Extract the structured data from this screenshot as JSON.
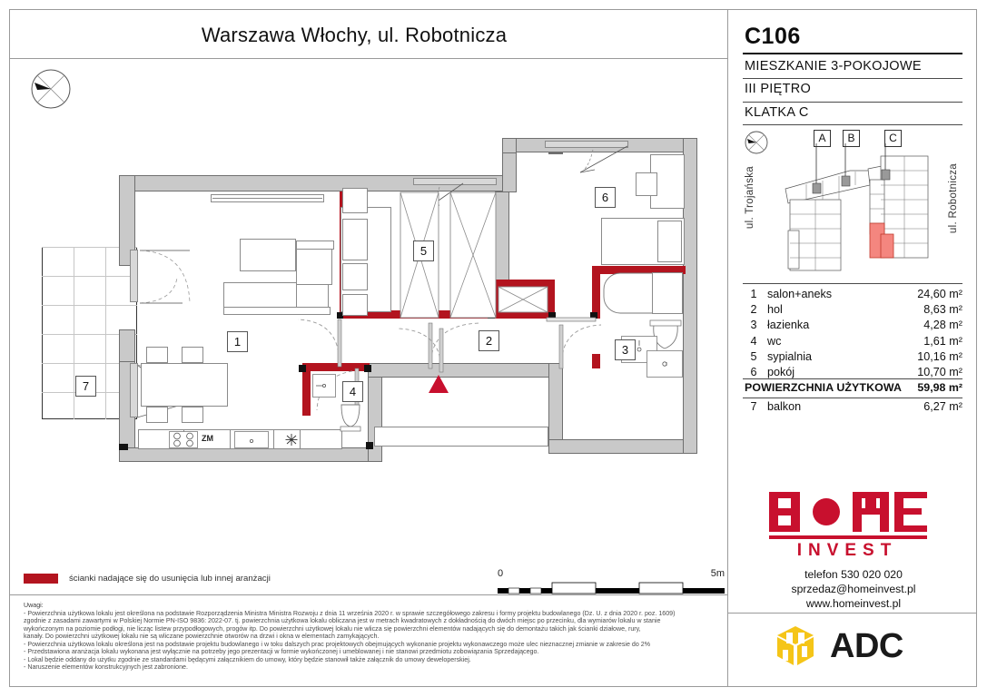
{
  "header": {
    "title": "Warszawa Włochy, ul. Robotnicza"
  },
  "right_panel": {
    "apartment_code": "C106",
    "apartment_type": "MIESZKANIE 3-POKOJOWE",
    "floor": "III PIĘTRO",
    "staircase": "KLATKA C"
  },
  "key_plan": {
    "markers": [
      "A",
      "B",
      "C"
    ],
    "street_left": "ul. Trojańska",
    "street_right": "ul. Robotnicza",
    "compass_name": "north-arrow-icon"
  },
  "room_table": {
    "rooms": [
      {
        "no": "1",
        "name": "salon+aneks",
        "area": "24,60 m²"
      },
      {
        "no": "2",
        "name": "hol",
        "area": "8,63 m²"
      },
      {
        "no": "3",
        "name": "łazienka",
        "area": "4,28 m²"
      },
      {
        "no": "4",
        "name": "wc",
        "area": "1,61 m²"
      },
      {
        "no": "5",
        "name": "sypialnia",
        "area": "10,16 m²"
      },
      {
        "no": "6",
        "name": "pokój",
        "area": "10,70 m²"
      }
    ],
    "total_label": "POWIERZCHNIA UŻYTKOWA",
    "total_area": "59,98 m²",
    "extra": {
      "no": "7",
      "name": "balkon",
      "area": "6,27 m²"
    }
  },
  "branding": {
    "home_word": "HOME",
    "invest_word": "INVEST",
    "phone": "telefon 530 020 020",
    "email": "sprzedaz@homeinvest.pl",
    "website": "www.homeinvest.pl",
    "adc_text": "ADC",
    "home_color": "#c8102e",
    "adc_color": "#f5c518"
  },
  "legend": {
    "swatch_color": "#b3141f",
    "text": "ścianki nadające się do usunięcia lub innej aranżacji"
  },
  "scale_bar": {
    "start": "0",
    "end": "5m"
  },
  "floor_plan": {
    "kitchen_label": "ZM",
    "room_numbers": [
      "1",
      "2",
      "3",
      "4",
      "5",
      "6",
      "7"
    ],
    "entrance_marker": "entrance-triangle-icon"
  },
  "notes": {
    "heading": "Uwagi:",
    "lines": [
      "- Powierzchnia użytkowa lokalu jest określona na podstawie Rozporządzenia Ministra Ministra Rozwoju z dnia 11 września 2020 r. w sprawie szczegółowego zakresu i formy projektu budowlanego (Dz. U. z dnia 2020 r. poz. 1609)",
      "zgodnie z zasadami zawartymi w Polskiej Normie PN-ISO 9836: 2022-07. tj. powierzchnia użytkowa lokalu obliczana jest w metrach kwadratowych z dokładnością do dwóch miejsc po przecinku, dla wymiarów lokalu w stanie",
      "wykończonym na poziomie podłogi, nie licząc listew przypodłogowych, progów itp. Do powierzchni użytkowej lokalu nie wlicza się powierzchni elementów nadających się do demontażu takich jak ścianki działowe, rury,",
      "kanały. Do powierzchni użytkowej lokalu nie są wliczane powierzchnie otworów na drzwi i okna w elementach zamykających.",
      "- Powierzchnia użytkowa lokalu określona jest na podstawie projektu budowlanego i w toku dalszych prac projektowych obejmujących wykonanie projektu wykonawczego może ulec nieznacznej zmianie w zakresie do 2%",
      "- Przedstawiona aranżacja lokalu wykonana jest wyłącznie na potrzeby jego prezentacji w formie wykończonej i umeblowanej i nie stanowi przedmiotu zobowiązania Sprzedającego.",
      "- Lokal będzie oddany do użytku zgodnie ze standardami będącymi załącznikiem do umowy, który będzie stanowił także załącznik do umowy deweloperskiej.",
      "- Naruszenie elementów konstrukcyjnych jest zabronione."
    ]
  }
}
